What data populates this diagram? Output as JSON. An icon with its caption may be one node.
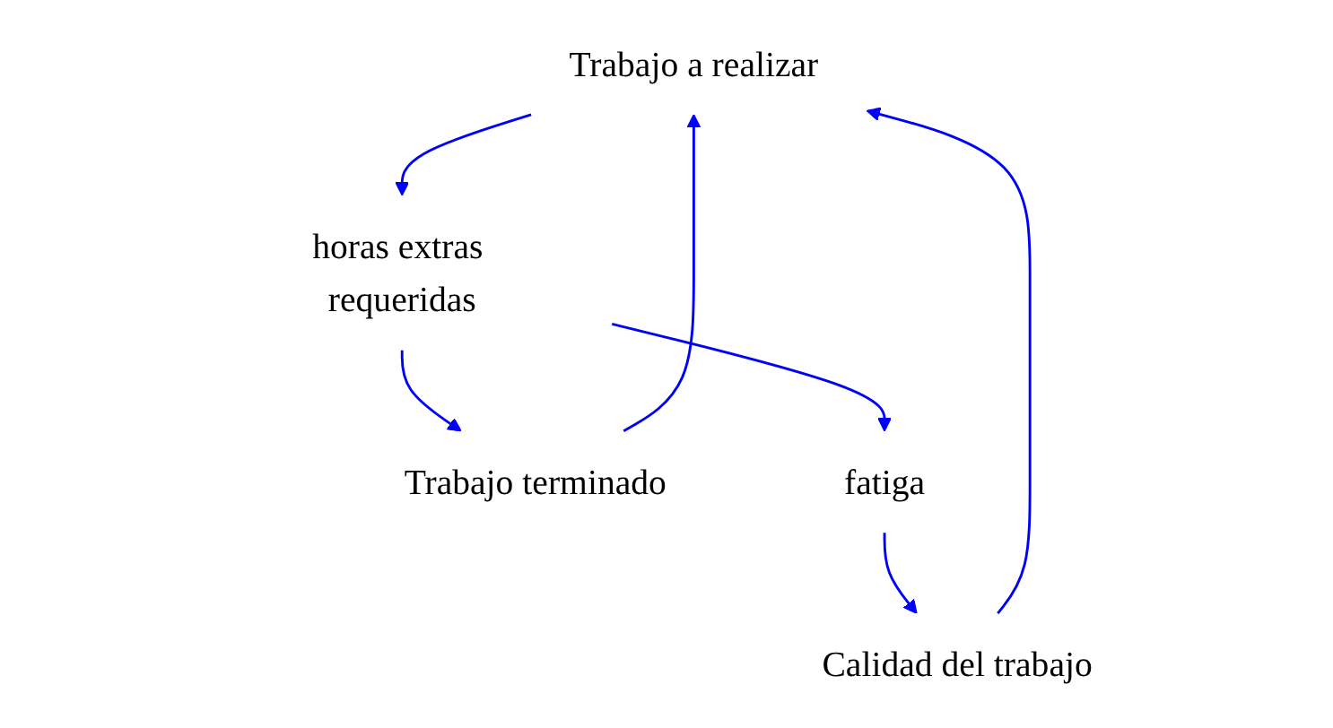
{
  "diagram": {
    "nodes": [
      {
        "text": [
          "Trabajo a realizar"
        ]
      },
      {
        "text": [
          "Calidad del trabajo"
        ]
      },
      {
        "text": [
          "Trabajo terminado"
        ]
      },
      {
        "text": [
          "fatiga"
        ]
      },
      {
        "text": [
          "horas extras requeridas"
        ]
      }
    ],
    "edges": [
      {
        "from": 1,
        "to": 0,
        "arrow": "to",
        "color": "#0000ff"
      },
      {
        "from": 2,
        "to": 0,
        "arrow": "to",
        "color": "#0000ff"
      },
      {
        "from": 0,
        "to": 4,
        "arrow": "to",
        "color": "#0000ff"
      },
      {
        "from": 4,
        "to": 2,
        "arrow": "to",
        "color": "#0000ff"
      },
      {
        "from": 4,
        "to": 3,
        "arrow": "to",
        "color": "#0000ff"
      },
      {
        "from": 3,
        "to": 1,
        "arrow": "to",
        "color": "#0000ff"
      }
    ]
  }
}
